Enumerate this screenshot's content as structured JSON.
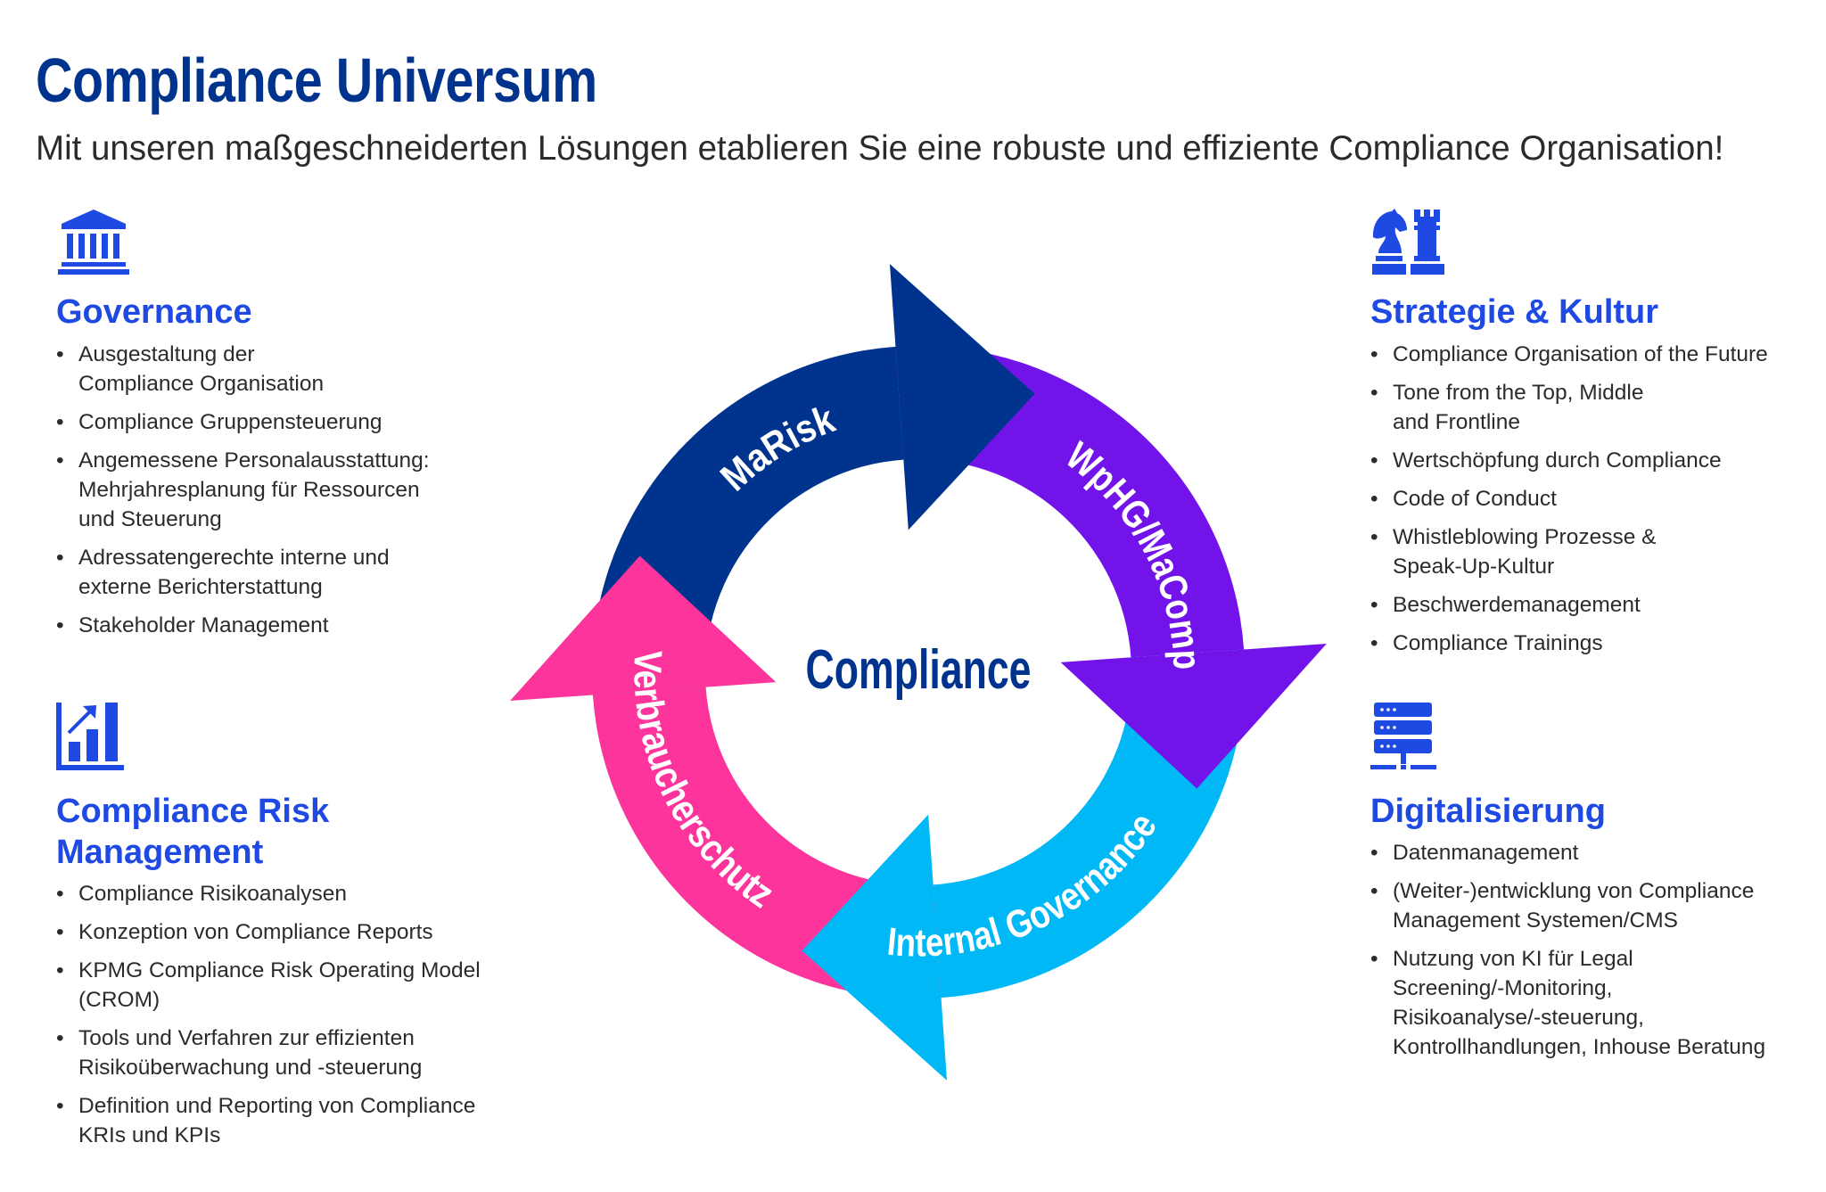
{
  "header": {
    "title": "Compliance Universum",
    "subtitle": "Mit unseren maßgeschneiderten Lösungen etablieren Sie eine robuste und effiziente Compliance Organisation!"
  },
  "colors": {
    "title": "#00338D",
    "heading": "#1E49E2",
    "text": "#2b2b2b"
  },
  "sections": {
    "governance": {
      "icon": "bank-building-icon",
      "heading": "Governance",
      "items": [
        [
          "Ausgestaltung der",
          "Compliance Organisation"
        ],
        [
          "Compliance Gruppensteuerung"
        ],
        [
          "Angemessene Personalausstattung:",
          "Mehrjahresplanung für Ressourcen",
          "und Steuerung"
        ],
        [
          "Adressatengerechte interne und",
          "externe Berichterstattung"
        ],
        [
          "Stakeholder Management"
        ]
      ]
    },
    "risk": {
      "icon": "growth-chart-icon",
      "heading_lines": [
        "Compliance Risk",
        "Management"
      ],
      "items": [
        [
          "Compliance Risikoanalysen"
        ],
        [
          "Konzeption von Compliance Reports"
        ],
        [
          "KPMG Compliance Risk Operating Model",
          "(CROM)"
        ],
        [
          "Tools und Verfahren zur effizienten",
          "Risikoüberwachung und -steuerung"
        ],
        [
          "Definition und Reporting von Compliance",
          "KRIs und KPIs"
        ]
      ]
    },
    "strategy": {
      "icon": "chess-knight-rook-icon",
      "heading": "Strategie & Kultur",
      "items": [
        [
          "Compliance Organisation of the Future"
        ],
        [
          "Tone from the Top, Middle",
          "and Frontline"
        ],
        [
          "Wertschöpfung durch Compliance"
        ],
        [
          "Code of Conduct"
        ],
        [
          "Whistleblowing Prozesse &",
          "Speak-Up-Kultur"
        ],
        [
          "Beschwerdemanagement"
        ],
        [
          "Compliance Trainings"
        ]
      ]
    },
    "digital": {
      "icon": "server-network-icon",
      "heading": "Digitalisierung",
      "items": [
        [
          "Datenmanagement"
        ],
        [
          "(Weiter-)entwicklung von Compliance",
          "Management Systemen/CMS"
        ],
        [
          "Nutzung von KI für Legal",
          "Screening/-Monitoring,",
          "Risikoanalyse/-steuerung,",
          "Kontrollhandlungen, Inhouse Beratung"
        ]
      ]
    }
  },
  "diagram": {
    "center_label": "Compliance",
    "center_color": "#00338D",
    "arrows": [
      {
        "label": "MaRisk",
        "color": "#00338D"
      },
      {
        "label": "WpHG/MaComp",
        "color": "#7213EA"
      },
      {
        "label": "Internal Governance",
        "color": "#00B8F5"
      },
      {
        "label": "Verbraucherschutz",
        "color": "#FD349C"
      }
    ]
  }
}
